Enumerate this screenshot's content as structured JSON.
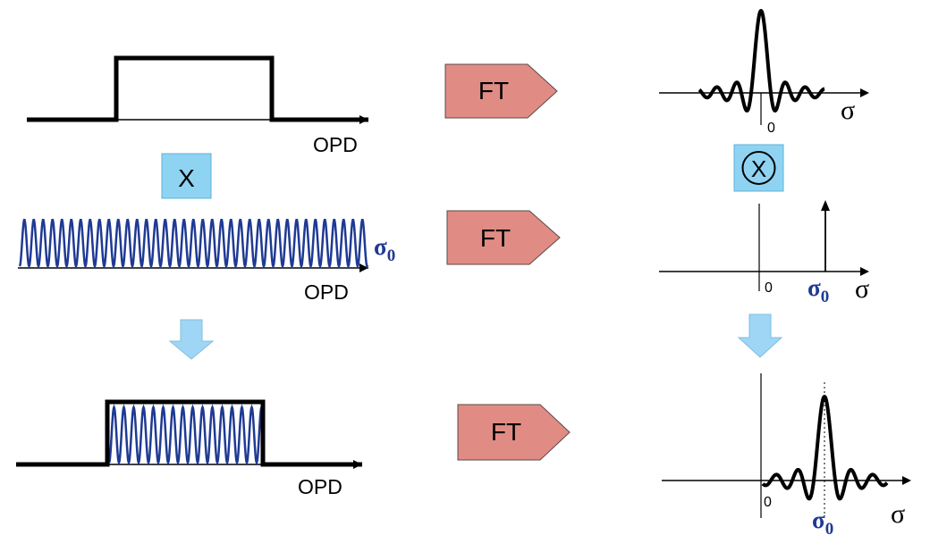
{
  "labels": {
    "opd": "OPD",
    "ft": "FT",
    "times": "X",
    "sigma": "σ",
    "sigma0_base": "σ",
    "sigma0_sub": "0",
    "zero": "0"
  },
  "colors": {
    "ft_fill": "#e08c84",
    "ft_stroke": "#5a4a48",
    "times_fill": "#8fd3f2",
    "arrow_fill": "#9fd6f5",
    "wave": "#1f3a93",
    "sigma0_text": "#1f3a93",
    "line": "#000000"
  },
  "icons": {
    "ft_arrow": "pentagon-arrow",
    "multiply_left": "boxed-x",
    "multiply_right": "circled-x",
    "flow_arrow": "down-arrow"
  }
}
